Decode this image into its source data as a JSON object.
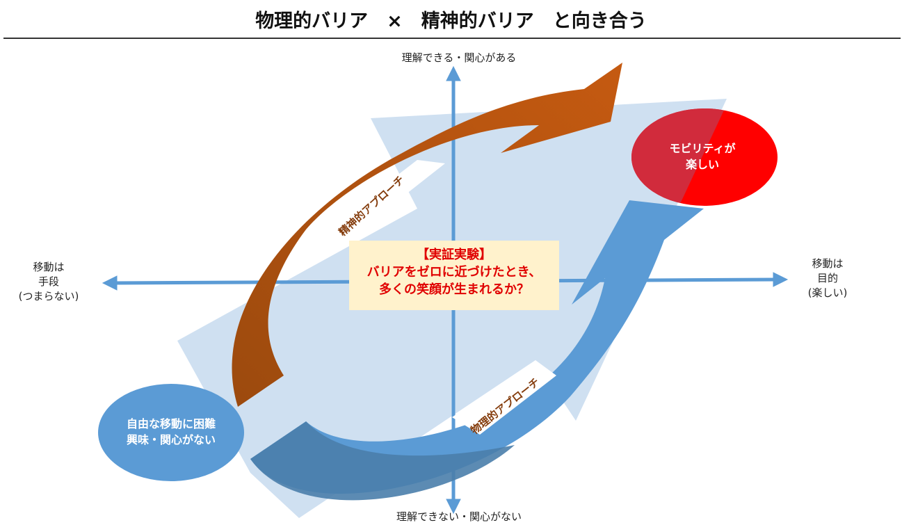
{
  "title": "物理的バリア　×　精神的バリア　と向き合う",
  "axes": {
    "top": "理解できる・関心がある",
    "bottom": "理解できない・関心がない",
    "left": [
      "移動は",
      "手段",
      "(つまらない)"
    ],
    "right": [
      "移動は",
      "目的",
      "(楽しい)"
    ]
  },
  "center_box": [
    "【実証実験】",
    "バリアをゼロに近づけたとき、",
    "多くの笑顔が生まれるか？"
  ],
  "goal_ellipse": [
    "モビリティが",
    "楽しい"
  ],
  "start_ellipse": [
    "自由な移動に困難",
    "興味・関心がない"
  ],
  "arrows": {
    "mental": "精神的アプローチ",
    "physical": "物理的アプローチ"
  },
  "colors": {
    "axis": "#5b9bd5",
    "orange": "#c55a11",
    "blue": "#5b9bd5",
    "red": "#ff0000",
    "box": "#fff2cc"
  }
}
